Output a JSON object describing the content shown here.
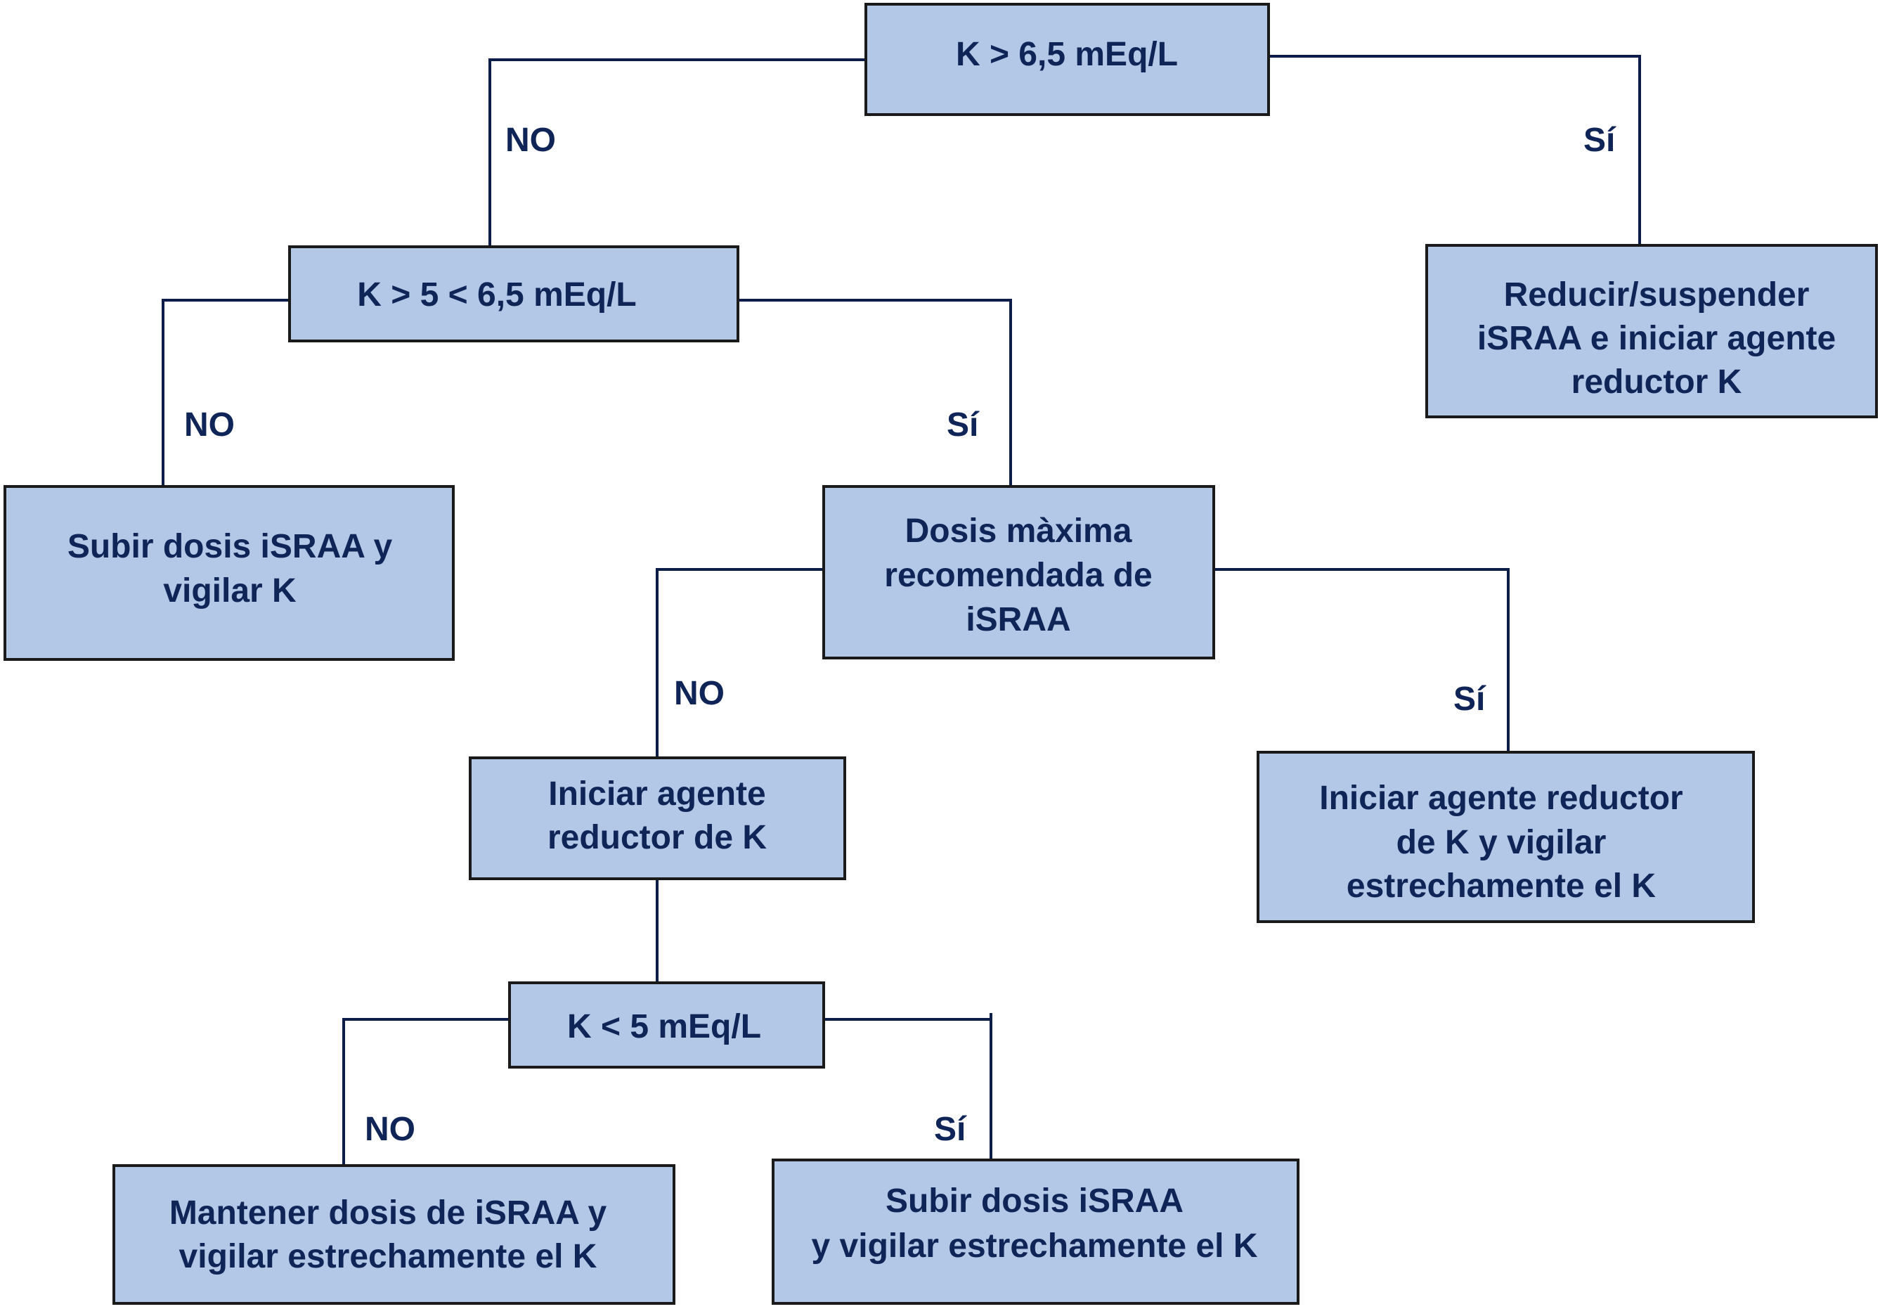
{
  "nodes": {
    "k_gt_6_5": {
      "lines": [
        "K > 6,5 mEq/L"
      ]
    },
    "k_5_to_6_5": {
      "lines": [
        "K > 5 < 6,5 mEq/L"
      ]
    },
    "reduce_suspend": {
      "lines": [
        "Reducir/suspender",
        "iSRAA e iniciar agente",
        "reductor K"
      ]
    },
    "increase_dose": {
      "lines": [
        "Subir dosis iSRAA y",
        "vigilar K"
      ]
    },
    "max_dose": {
      "lines": [
        "Dosis màxima",
        "recomendada de",
        "iSRAA"
      ]
    },
    "start_reducer": {
      "lines": [
        "Iniciar agente",
        "reductor de K"
      ]
    },
    "start_reducer_monitor": {
      "lines": [
        "Iniciar agente reductor",
        "de K y vigilar",
        "estrechamente el K"
      ]
    },
    "k_lt_5": {
      "lines": [
        "K < 5 mEq/L"
      ]
    },
    "maintain_dose": {
      "lines": [
        "Mantener dosis de iSRAA y",
        "vigilar estrechamente el K"
      ]
    },
    "increase_dose_monitor": {
      "lines": [
        "Subir dosis iSRAA",
        "y vigilar estrechamente el K"
      ]
    }
  },
  "branch_labels": {
    "k_gt_6_5_no": "NO",
    "k_gt_6_5_yes": "Sí",
    "k_5_to_6_5_no": "NO",
    "k_5_to_6_5_yes": "Sí",
    "max_dose_no": "NO",
    "max_dose_yes": "Sí",
    "k_lt_5_no": "NO",
    "k_lt_5_yes": "Sí"
  },
  "colors": {
    "box_fill": "#b3c7e6",
    "box_border": "#1a1a1a",
    "connector": "#0d1d4a",
    "text": "#0f2457"
  }
}
